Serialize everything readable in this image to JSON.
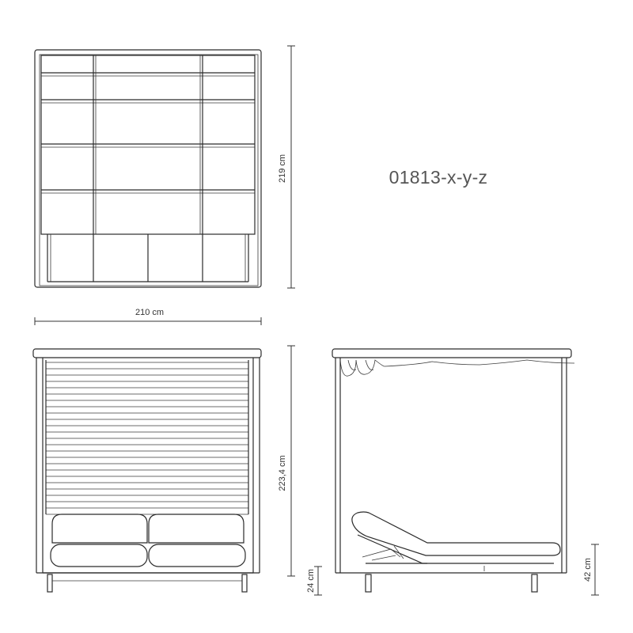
{
  "product_code": "01813-x-y-z",
  "dimensions": {
    "top_depth": "219 cm",
    "top_width": "210 cm",
    "front_height": "223,4 cm",
    "front_seat_height": "24 cm",
    "side_mattress_height": "42 cm"
  }
}
